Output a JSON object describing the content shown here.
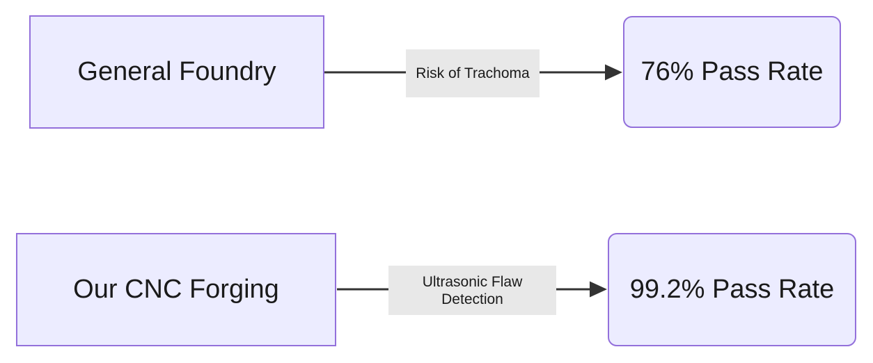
{
  "diagram": {
    "type": "flowchart",
    "background": "#ffffff",
    "colors": {
      "node_fill": "#ECECFF",
      "node_border": "#9370DB",
      "edge_line": "#333333",
      "edge_label_bg": "#e8e8e8",
      "text": "#1a1a1a"
    },
    "flows": [
      {
        "source": {
          "label": "General Foundry",
          "shape": "rect"
        },
        "edge": {
          "label": "Risk of Trachoma"
        },
        "target": {
          "label": "76% Pass Rate",
          "shape": "rounded"
        }
      },
      {
        "source": {
          "label": "Our CNC Forging",
          "shape": "rect"
        },
        "edge": {
          "label": "Ultrasonic Flaw Detection"
        },
        "target": {
          "label": "99.2% Pass Rate",
          "shape": "rounded"
        }
      }
    ]
  }
}
